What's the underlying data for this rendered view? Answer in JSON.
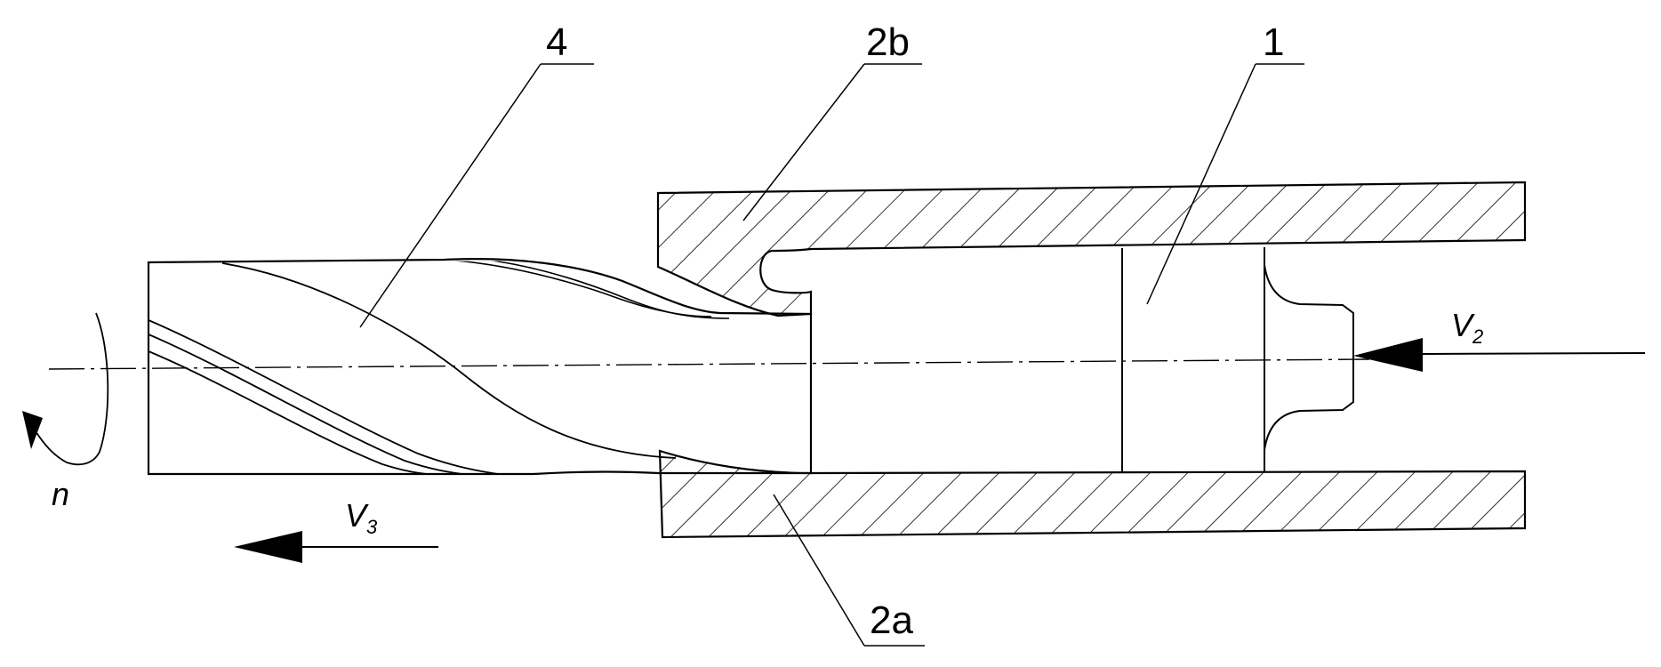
{
  "labels": {
    "part_4": "4",
    "part_2b": "2b",
    "part_1": "1",
    "part_2a": "2a"
  },
  "motion": {
    "rotation_symbol": "n",
    "v2_letter": "V",
    "v2_subscript": "2",
    "v3_letter": "V",
    "v3_subscript": "3"
  },
  "colors": {
    "line": "#000000",
    "background": "#ffffff"
  }
}
